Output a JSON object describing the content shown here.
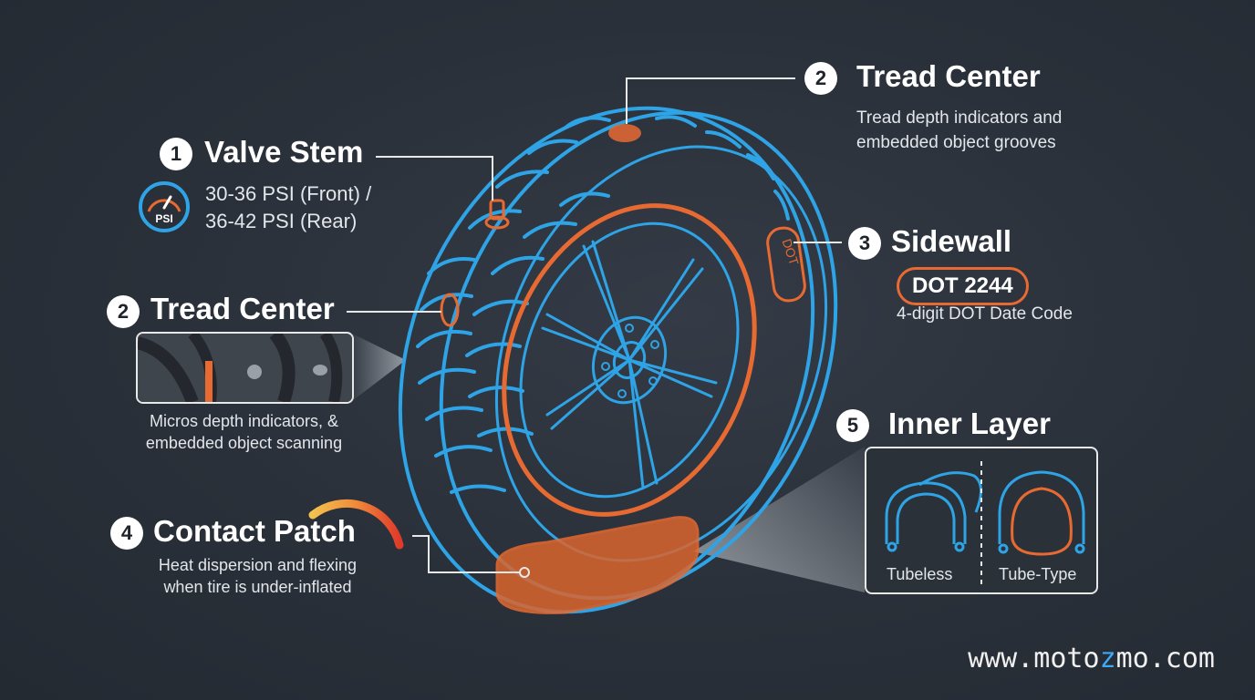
{
  "colors": {
    "blue": "#2ea4e6",
    "orange": "#e66a32",
    "background": "#2a3039"
  },
  "callouts": {
    "valve_stem": {
      "number": "1",
      "title": "Valve Stem",
      "icon": "psi-gauge-icon",
      "icon_label": "PSI",
      "line1": "30-36 PSI (Front) /",
      "line2": "36-42 PSI (Rear)"
    },
    "tread_center_top": {
      "number": "2",
      "title": "Tread Center",
      "line1": "Tread depth indicators and",
      "line2": "embedded object grooves"
    },
    "tread_center_left": {
      "number": "2",
      "title": "Tread Center",
      "line1": "Micros depth indicators, &",
      "line2": "embedded object scanning"
    },
    "sidewall": {
      "number": "3",
      "title": "Sidewall",
      "dot_code": "DOT 2244",
      "caption": "4-digit DOT Date Code"
    },
    "contact_patch": {
      "number": "4",
      "title": "Contact Patch",
      "line1": "Heat dispersion and flexing",
      "line2": "when tire is under-inflated"
    },
    "inner_layer": {
      "number": "5",
      "title": "Inner Layer",
      "left_label": "Tubeless",
      "right_label": "Tube-Type"
    }
  },
  "tire": {
    "sidewall_marking": "DOT"
  },
  "footer": {
    "url_prefix": "www.moto",
    "url_accent": "z",
    "url_suffix": "mo.com"
  }
}
